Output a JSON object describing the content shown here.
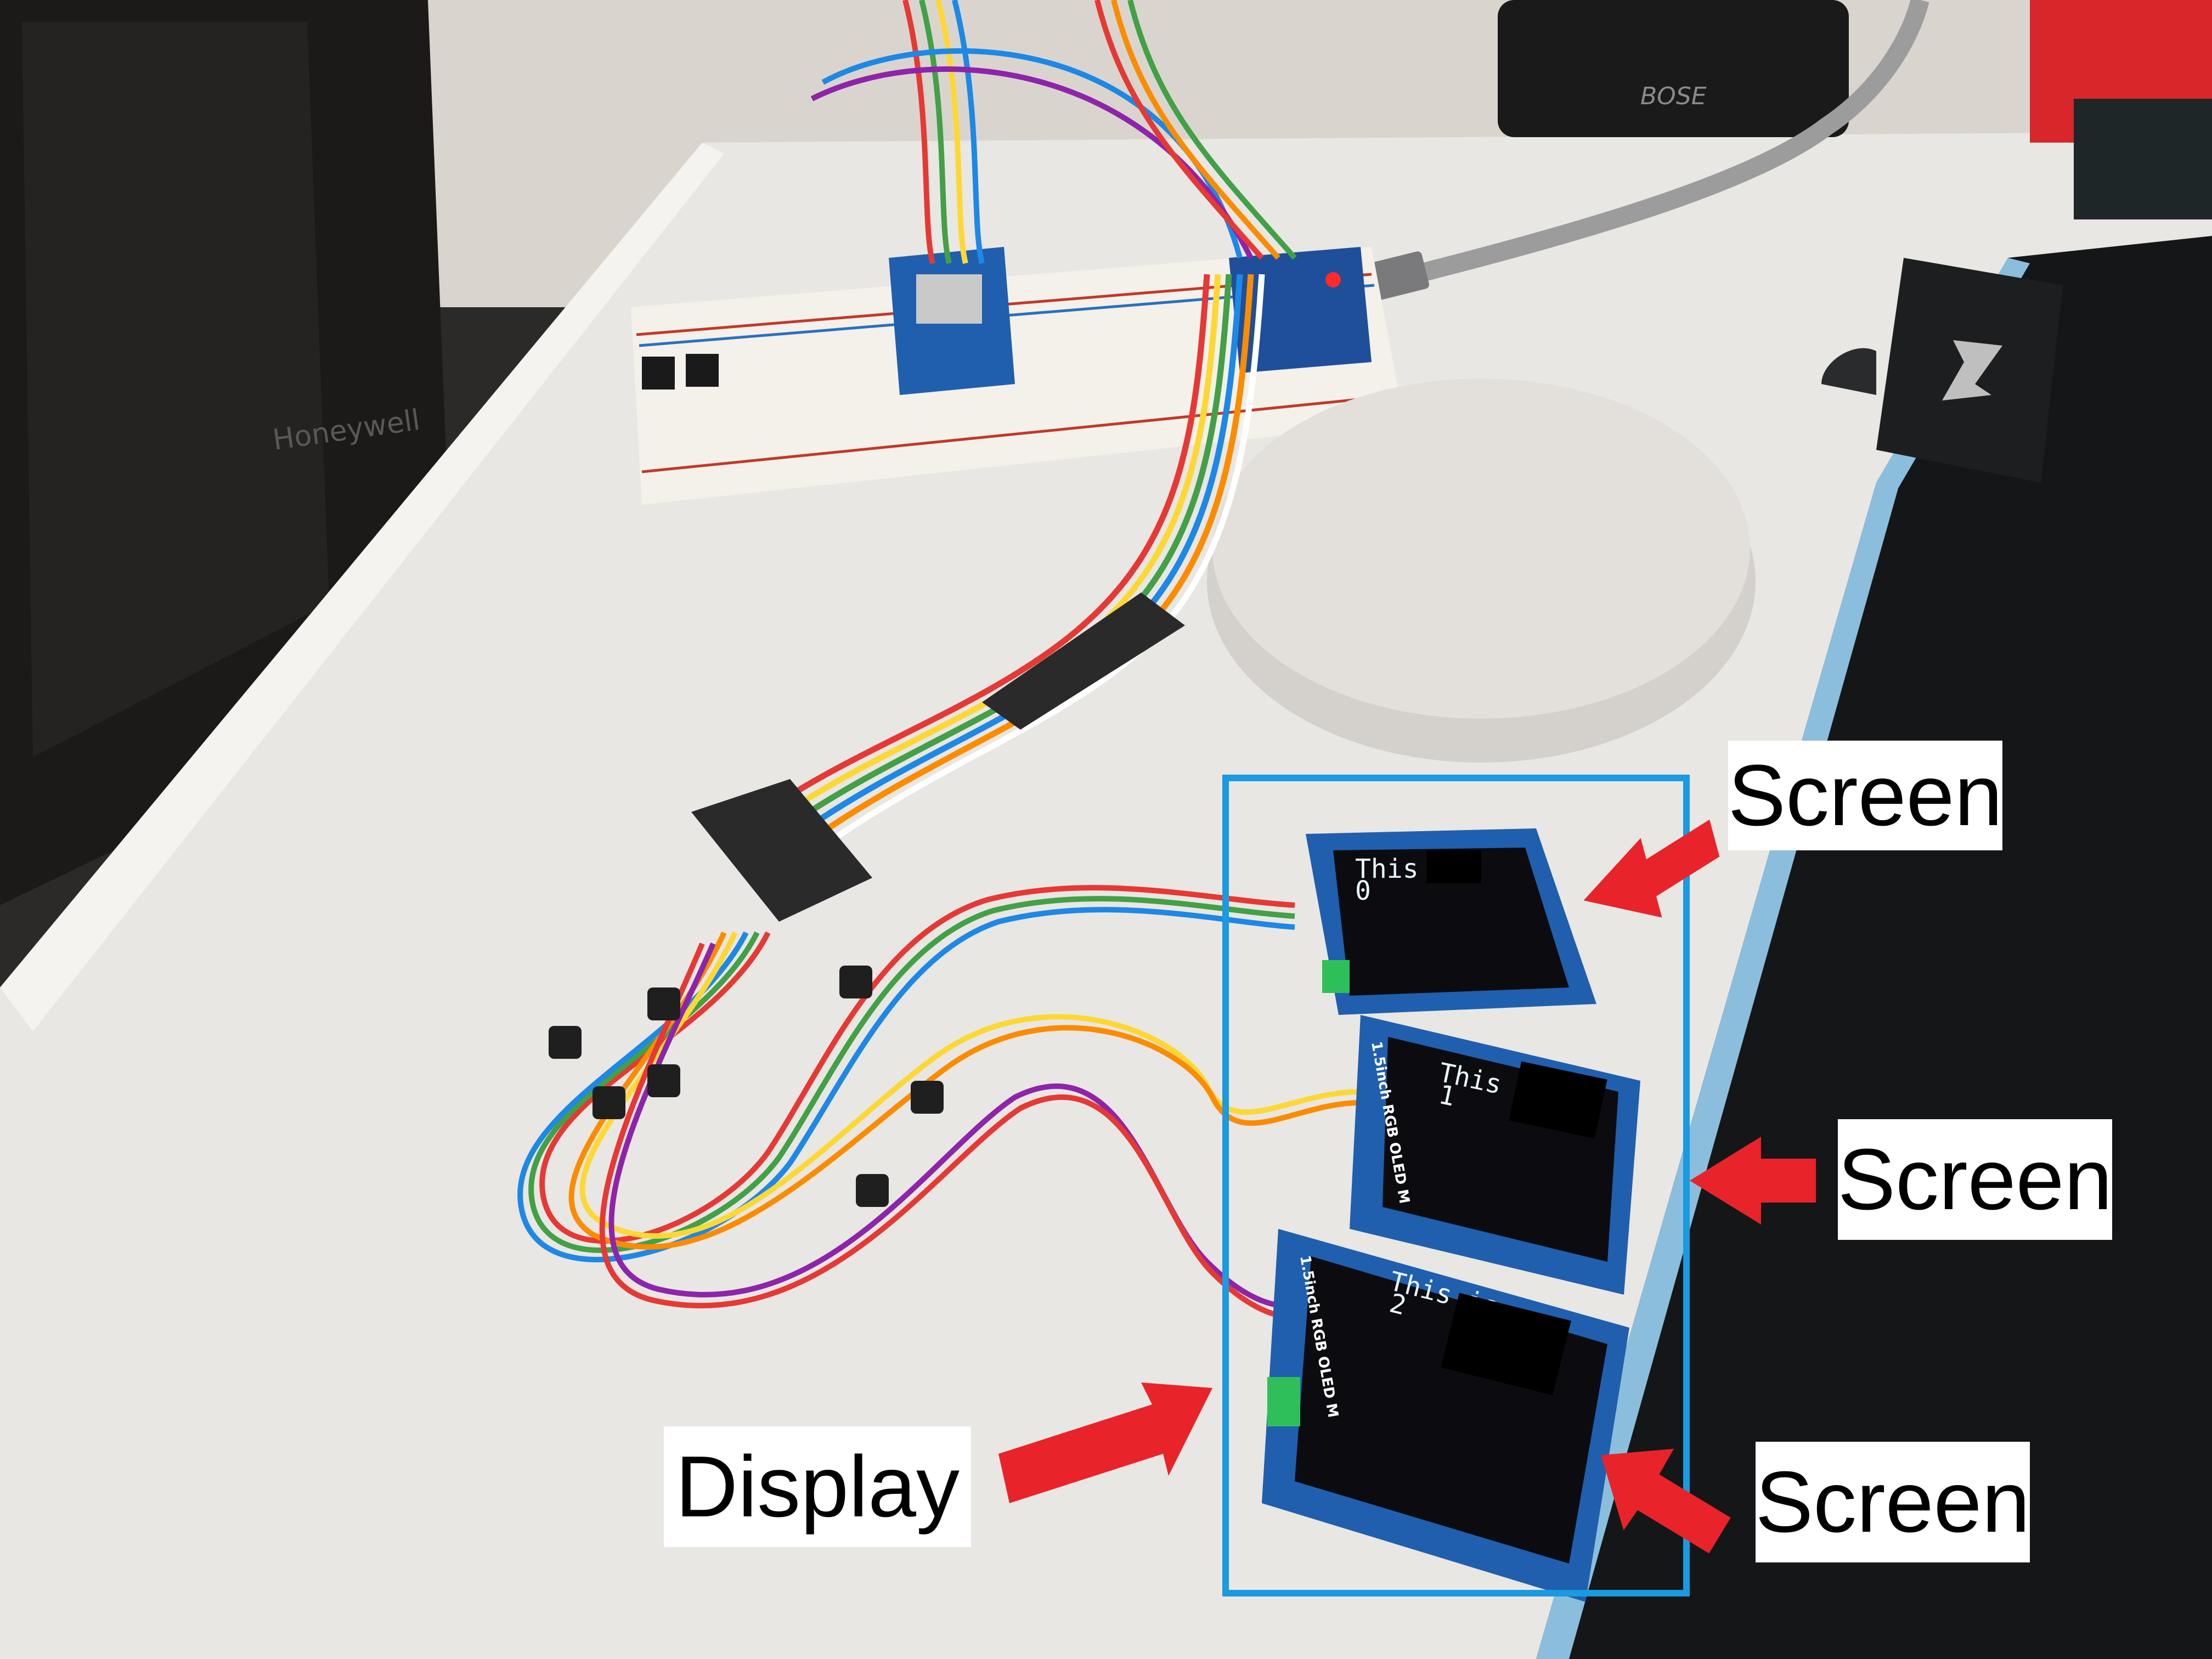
{
  "annotations": {
    "screen_labels": [
      "Screen",
      "Screen",
      "Screen"
    ],
    "display_label": "Display",
    "highlight_color": "#1a9ae0",
    "arrow_color": "#e8242a"
  },
  "screens": [
    {
      "line1": "This is",
      "line2": "0"
    },
    {
      "line1": "This is",
      "line2": "1"
    },
    {
      "line1": "This is",
      "line2": "2"
    }
  ],
  "module_silkscreen": "1.5inch RGB OLED M",
  "speaker_brand": "BOSE",
  "heater_brand": "Honeywell",
  "colors": {
    "desk": "#e9e7e3",
    "mousepad": "#151617",
    "led_strip": "#9fdcff",
    "pcb_blue": "#1f5fae",
    "breadboard": "#f4f1ea",
    "marble": "#e3e0dc"
  }
}
